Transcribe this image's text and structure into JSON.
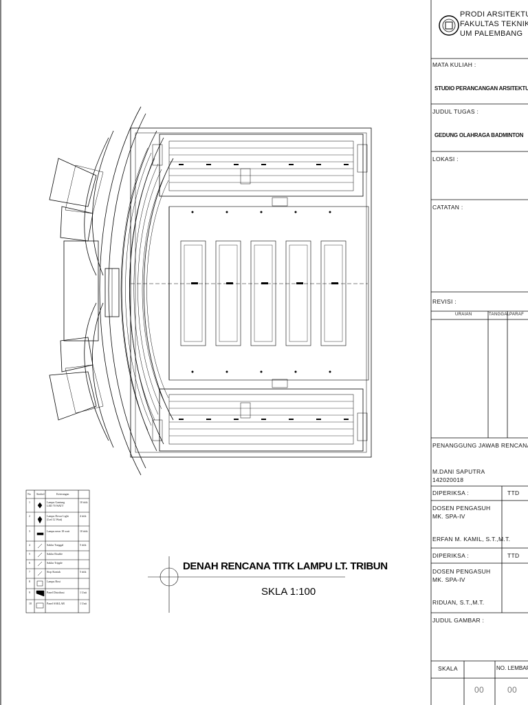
{
  "title_block": {
    "institution": [
      "PRODI ARSITEKTUR",
      "FAKULTAS TEKNIK",
      "UM PALEMBANG"
    ],
    "mata_kuliah_label": "MATA KULIAH :",
    "mata_kuliah_value": "STUDIO PERANCANGAN ARSITEKTUR IV",
    "judul_tugas_label": "JUDUL TUGAS :",
    "judul_tugas_value": "GEDUNG OLAHRAGA BADMINTON",
    "lokasi_label": "LOKASI :",
    "catatan_label": "CATATAN :",
    "revisi_label": "REVISI :",
    "revisi_cols": [
      "URAIAN",
      "TANGGAL",
      "PARAF"
    ],
    "penanggung_label": "PENANGGUNG JAWAB RENCANA :",
    "penanggung_name": "M.DANI SAPUTRA",
    "penanggung_nim": "142020018",
    "diperiksa1_label": "DIPERIKSA :",
    "diperiksa1_ttd": "TTD",
    "dosen1_role": [
      "DOSEN PENGASUH",
      "MK. SPA-IV"
    ],
    "dosen1_name": "ERFAN M. KAMIL, S.T.,M.T.",
    "diperiksa2_label": "DIPERIKSA :",
    "diperiksa2_ttd": "TTD",
    "dosen2_role": [
      "DOSEN PENGASUH",
      "MK. SPA-IV"
    ],
    "dosen2_name": "RIDUAN, S.T.,M.T.",
    "judul_gambar_label": "JUDUL GAMBAR :",
    "skala_label": "SKALA",
    "no_lembar_label": "NO. LEMBAR",
    "no_lembar_a": "00",
    "no_lembar_b": "00"
  },
  "drawing": {
    "title": "DENAH  RENCANA TITK LAMPU LT. TRIBUN",
    "scale": "SKLA 1:100"
  },
  "legend": {
    "headers": [
      "No",
      "Simbol",
      "Keterangan"
    ],
    "rows": [
      {
        "no": "1",
        "desc": [
          "Lampu Gantung",
          "LED 70 WATT"
        ],
        "qty": "10 titik"
      },
      {
        "no": "2",
        "desc": [
          "Lampu Down Light",
          "(Led 12 Watt)"
        ],
        "qty": "4 titik"
      },
      {
        "no": "3",
        "desc": [
          "Lampu neon 18 watt"
        ],
        "qty": "10 titik"
      },
      {
        "no": "4",
        "desc": [
          "Saklar Tunggal"
        ],
        "qty": "5 titik"
      },
      {
        "no": "5",
        "desc": [
          "Saklar Double"
        ],
        "qty": ""
      },
      {
        "no": "6",
        "desc": [
          "Saklar Tripple"
        ],
        "qty": ""
      },
      {
        "no": "7",
        "desc": [
          "Stop Kontak"
        ],
        "qty": "5 titik"
      },
      {
        "no": "8",
        "desc": [
          "Lampu Boxi"
        ],
        "qty": ""
      },
      {
        "no": "9",
        "desc": [
          "Panel Distribusi"
        ],
        "qty": "1 Unit"
      },
      {
        "no": "10",
        "desc": [
          "Panel SAKLAR"
        ],
        "qty": "1 Unit"
      }
    ]
  }
}
